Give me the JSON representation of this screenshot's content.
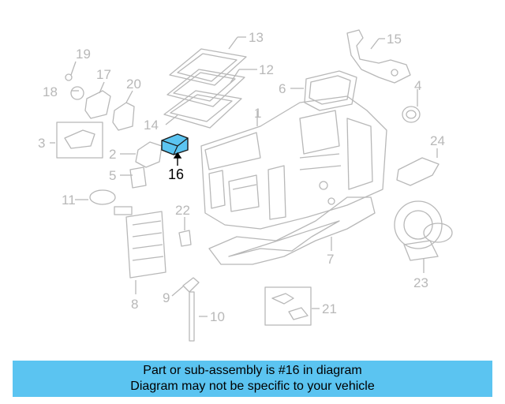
{
  "diagram": {
    "highlight_color": "#5bc4f1",
    "highlighted_part": "16",
    "callouts": [
      "1",
      "2",
      "3",
      "4",
      "5",
      "6",
      "7",
      "8",
      "9",
      "10",
      "11",
      "12",
      "13",
      "14",
      "15",
      "16",
      "17",
      "18",
      "19",
      "20",
      "21",
      "22",
      "23",
      "24"
    ]
  },
  "banner": {
    "line1": "Part or sub-assembly is #16 in diagram",
    "line2": "Diagram may not be specific to your vehicle",
    "background": "#5bc4f1"
  }
}
